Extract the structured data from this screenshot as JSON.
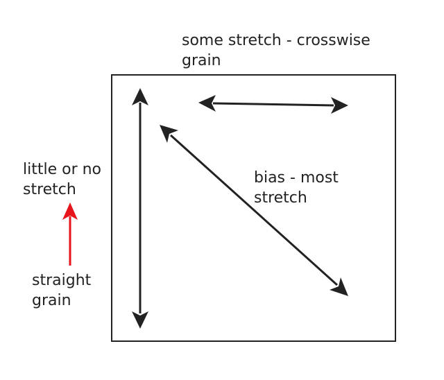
{
  "labels": {
    "crosswise": {
      "line1": "some stretch - crosswise",
      "line2": "grain"
    },
    "little": {
      "line1": "little or no",
      "line2": "stretch"
    },
    "bias": {
      "line1": "bias - most",
      "line2": "stretch"
    },
    "straight": {
      "line1": "straight",
      "line2": "grain"
    }
  },
  "colors": {
    "ink": "#222222",
    "accent": "#e8141b",
    "background": "#ffffff"
  }
}
